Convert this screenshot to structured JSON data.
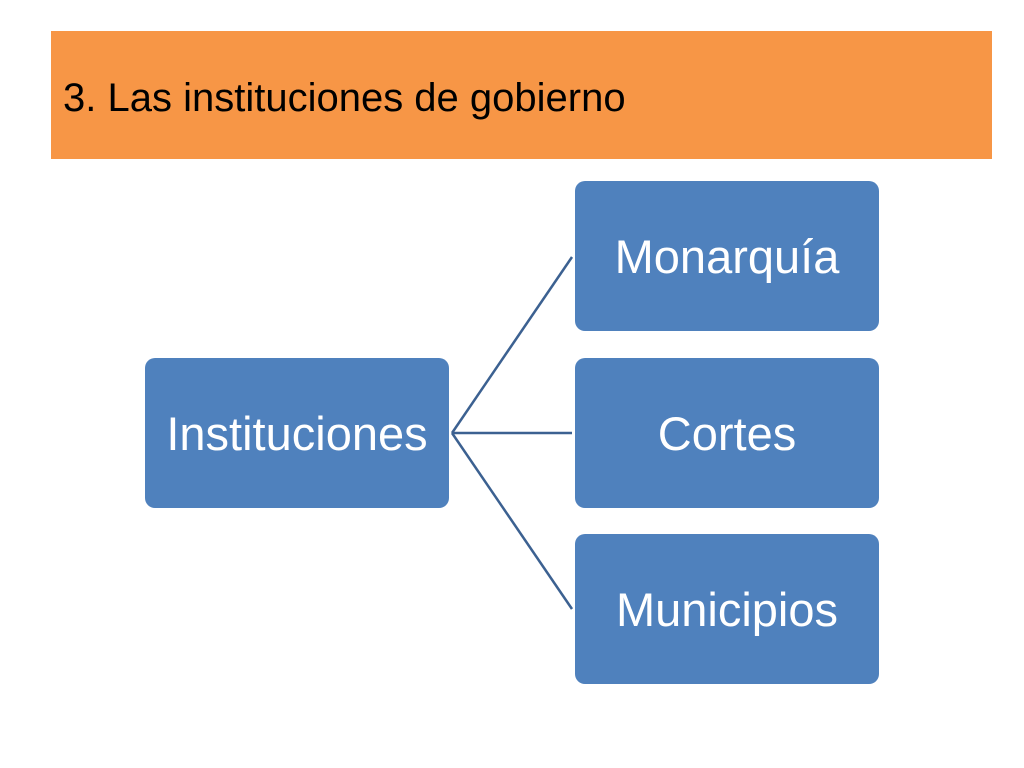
{
  "slide": {
    "title": "3. Las instituciones de gobierno"
  },
  "diagram": {
    "root": {
      "label": "Instituciones"
    },
    "children": [
      {
        "label": "Monarquía"
      },
      {
        "label": "Cortes"
      },
      {
        "label": "Municipios"
      }
    ]
  },
  "colors": {
    "title_bar": "#f79646",
    "node_fill": "#4f81bd",
    "connector": "#3c6191",
    "node_text": "#ffffff"
  }
}
